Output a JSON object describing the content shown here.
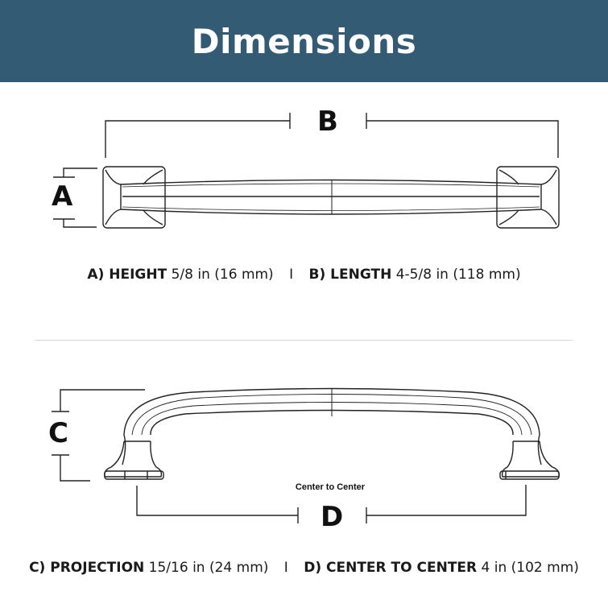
{
  "header": {
    "title": "Dimensions",
    "background": "#335b73"
  },
  "top_view": {
    "label_a": "A",
    "label_b": "B"
  },
  "spec_row_1": {
    "a_key": "A) HEIGHT",
    "a_value": "5/8 in (16 mm)",
    "separator": "I",
    "b_key": "B) LENGTH",
    "b_value": "4-5/8 in (118 mm)"
  },
  "side_view": {
    "label_c": "C",
    "label_d": "D",
    "center_label": "Center to Center"
  },
  "spec_row_2": {
    "c_key": "C) PROJECTION",
    "c_value": "15/16 in (24 mm)",
    "separator": "I",
    "d_key": "D) CENTER TO CENTER",
    "d_value": "4 in (102 mm)"
  }
}
